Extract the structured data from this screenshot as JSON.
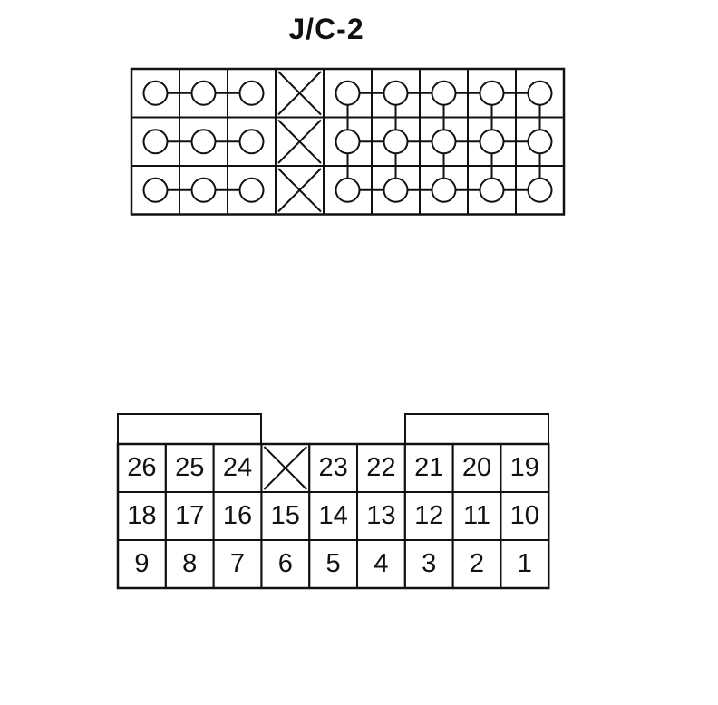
{
  "diagram": {
    "title": "J/C-2",
    "internal_rows": [
      [
        {
          "terminal": true,
          "link_next": true
        },
        {
          "terminal": true,
          "link_next": true
        },
        {
          "terminal": true,
          "link_next": false
        },
        {
          "terminal": false,
          "link_next": false
        },
        {
          "terminal": true,
          "link_next": true
        },
        {
          "terminal": true,
          "link_next": true
        },
        {
          "terminal": true,
          "link_next": true
        },
        {
          "terminal": true,
          "link_next": true
        },
        {
          "terminal": true,
          "link_next": false
        }
      ],
      [
        {
          "terminal": true,
          "link_next": true
        },
        {
          "terminal": true,
          "link_next": true
        },
        {
          "terminal": true,
          "link_next": false
        },
        {
          "terminal": false,
          "link_next": false
        },
        {
          "terminal": true,
          "link_next": true
        },
        {
          "terminal": true,
          "link_next": true
        },
        {
          "terminal": true,
          "link_next": true
        },
        {
          "terminal": true,
          "link_next": true
        },
        {
          "terminal": true,
          "link_next": false
        }
      ],
      [
        {
          "terminal": true,
          "link_next": true
        },
        {
          "terminal": true,
          "link_next": true
        },
        {
          "terminal": true,
          "link_next": false
        },
        {
          "terminal": false,
          "link_next": false
        },
        {
          "terminal": true,
          "link_next": true
        },
        {
          "terminal": true,
          "link_next": true
        },
        {
          "terminal": true,
          "link_next": true
        },
        {
          "terminal": true,
          "link_next": true
        },
        {
          "terminal": true,
          "link_next": false
        }
      ]
    ],
    "vertical_links": [
      [
        4,
        5,
        6,
        7,
        8
      ],
      [
        4,
        5,
        6,
        7,
        8
      ]
    ],
    "pin_rows": [
      [
        "26",
        "25",
        "24",
        "X",
        "23",
        "22",
        "21",
        "20",
        "19"
      ],
      [
        "18",
        "17",
        "16",
        "15",
        "14",
        "13",
        "12",
        "11",
        "10"
      ],
      [
        "9",
        "8",
        "7",
        "6",
        "5",
        "4",
        "3",
        "2",
        "1"
      ]
    ]
  }
}
